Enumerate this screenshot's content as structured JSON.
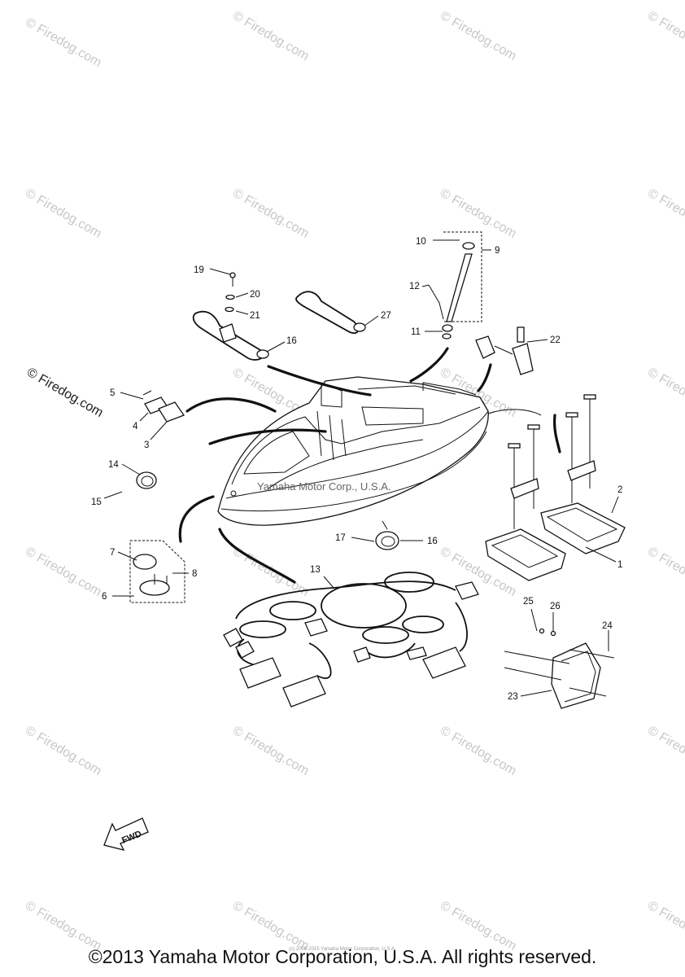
{
  "watermark": {
    "text": "© Firedog.com",
    "side_text": "© Firedog.com",
    "hull_text": "Yamaha Motor Corp., U.S.A."
  },
  "callouts": [
    "1",
    "2",
    "3",
    "4",
    "5",
    "6",
    "7",
    "8",
    "9",
    "10",
    "11",
    "12",
    "13",
    "14",
    "15",
    "16",
    "16",
    "17",
    "19",
    "20",
    "21",
    "22",
    "23",
    "24",
    "25",
    "26",
    "27"
  ],
  "fwd_label": "FWD",
  "copyright": "©2013 Yamaha Motor Corporation, U.S.A. All rights reserved.",
  "small_credit": "(c) 2000-2015 Yamaha Motor Corporation, U.S.A."
}
